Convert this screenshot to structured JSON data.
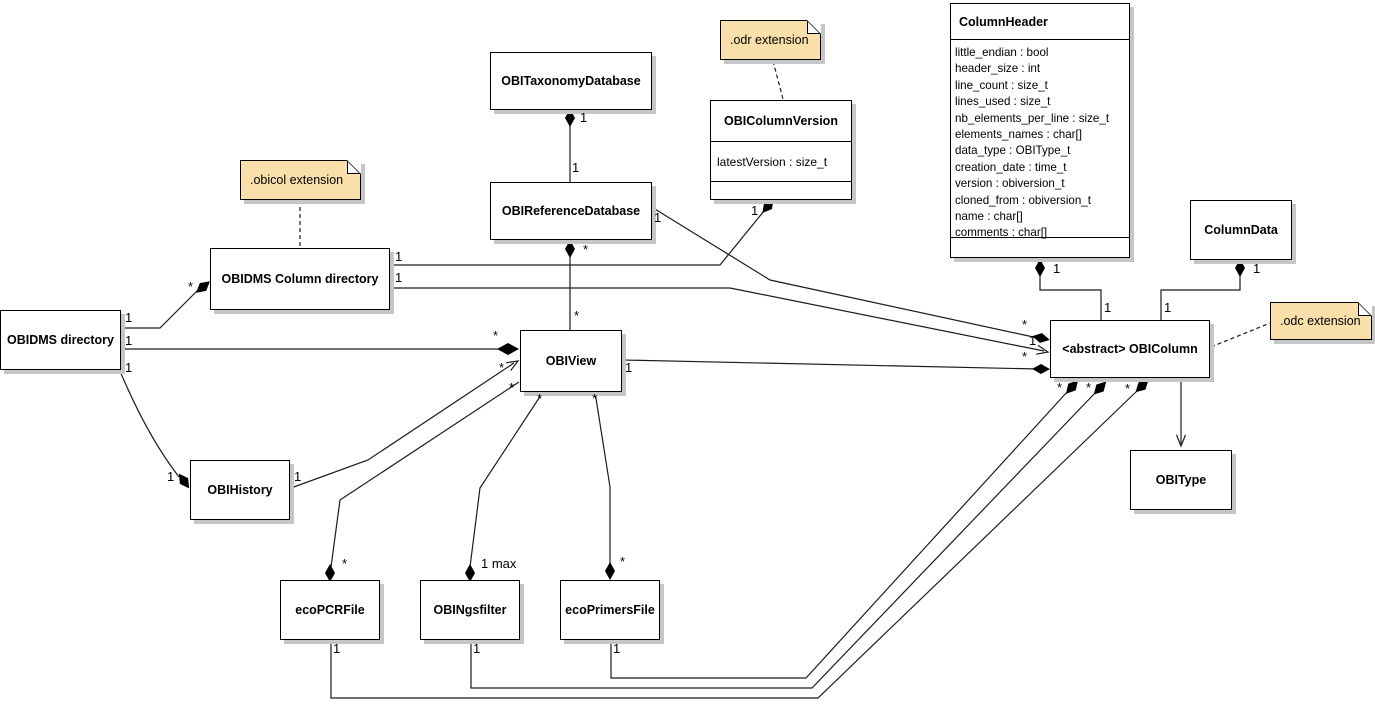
{
  "classes": {
    "obidms_directory": {
      "name": "OBIDMS directory"
    },
    "obidms_column_directory": {
      "name": "OBIDMS Column directory"
    },
    "obi_taxonomy_database": {
      "name": "OBITaxonomyDatabase"
    },
    "obi_reference_database": {
      "name": "OBIReferenceDatabase"
    },
    "obi_column_version": {
      "name": "OBIColumnVersion",
      "attributes": [
        "latestVersion : size_t"
      ]
    },
    "column_header": {
      "name": "ColumnHeader",
      "attributes": [
        "little_endian : bool",
        "header_size : int",
        "line_count : size_t",
        "lines_used : size_t",
        "nb_elements_per_line : size_t",
        "elements_names : char[]",
        "data_type : OBIType_t",
        "creation_date : time_t",
        "version : obiversion_t",
        "cloned_from : obiversion_t",
        "name : char[]",
        "comments : char[]"
      ]
    },
    "column_data": {
      "name": "ColumnData"
    },
    "obi_column": {
      "name": "<abstract> OBIColumn"
    },
    "obi_type": {
      "name": "OBIType"
    },
    "obi_view": {
      "name": "OBIView"
    },
    "obi_history": {
      "name": "OBIHistory"
    },
    "eco_pcr_file": {
      "name": "ecoPCRFile"
    },
    "obi_ngsfilter": {
      "name": "OBINgsfilter"
    },
    "eco_primers_file": {
      "name": "ecoPrimersFile"
    }
  },
  "notes": {
    "obicol": ".obicol extension",
    "odr": ".odr extension",
    "odc": ".odc extension"
  },
  "labels": [
    "1",
    "1",
    "*",
    "*",
    "1",
    "1",
    "1",
    "1",
    "*",
    "1",
    "1",
    "1",
    "1",
    "1",
    "*",
    "*",
    "*",
    "*",
    "*",
    "1",
    "*",
    "1 max",
    "*",
    "1",
    "1",
    "1",
    "*",
    "1",
    "*",
    "*",
    "*",
    "*",
    "1",
    "1",
    "1",
    "1"
  ],
  "colors": {
    "note_fill": "#f9e0aa",
    "line": "#1c1c1c",
    "shadow": "#c6c6c6",
    "box_fill": "#ffffff"
  }
}
